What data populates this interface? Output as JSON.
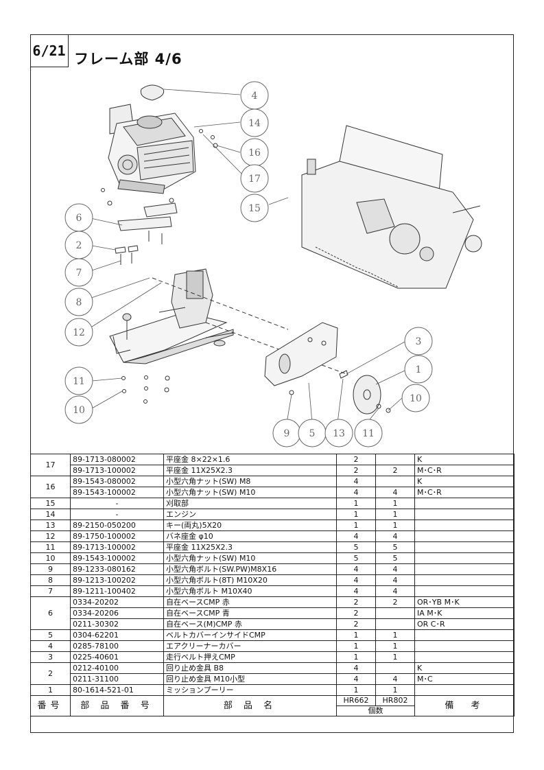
{
  "header": {
    "page": "6/21",
    "title": "フレーム部 4/6"
  },
  "diagram": {
    "callouts": [
      "4",
      "14",
      "16",
      "17",
      "15",
      "6",
      "2",
      "7",
      "8",
      "12",
      "3",
      "1",
      "11",
      "10",
      "10",
      "9",
      "5",
      "13",
      "11"
    ]
  },
  "table": {
    "header": {
      "no": "番号",
      "part_no": "部 品 番 号",
      "name": "部 品 名",
      "hr662": "HR662",
      "hr802": "HR802",
      "qty": "個数",
      "remarks": "備　考"
    },
    "rows": [
      {
        "no": "17",
        "part_no": "89-1713-080002",
        "name": "平座金 8×22×1.6",
        "hr662": "2",
        "hr802": "",
        "remarks": "K"
      },
      {
        "no": "",
        "part_no": "89-1713-100002",
        "name": "平座金 11X25X2.3",
        "hr662": "2",
        "hr802": "2",
        "remarks": "M･C･R"
      },
      {
        "no": "16",
        "part_no": "89-1543-080002",
        "name": "小型六角ナット(SW) M8",
        "hr662": "4",
        "hr802": "",
        "remarks": "K"
      },
      {
        "no": "",
        "part_no": "89-1543-100002",
        "name": "小型六角ナット(SW) M10",
        "hr662": "4",
        "hr802": "4",
        "remarks": "M･C･R"
      },
      {
        "no": "15",
        "part_no": "-",
        "name": "刈取部",
        "hr662": "1",
        "hr802": "1",
        "remarks": ""
      },
      {
        "no": "14",
        "part_no": "-",
        "name": "エンジン",
        "hr662": "1",
        "hr802": "1",
        "remarks": ""
      },
      {
        "no": "13",
        "part_no": "89-2150-050200",
        "name": "キー(両丸)5X20",
        "hr662": "1",
        "hr802": "1",
        "remarks": ""
      },
      {
        "no": "12",
        "part_no": "89-1750-100002",
        "name": "バネ座金 φ10",
        "hr662": "4",
        "hr802": "4",
        "remarks": ""
      },
      {
        "no": "11",
        "part_no": "89-1713-100002",
        "name": "平座金 11X25X2.3",
        "hr662": "5",
        "hr802": "5",
        "remarks": ""
      },
      {
        "no": "10",
        "part_no": "89-1543-100002",
        "name": "小型六角ナット(SW) M10",
        "hr662": "5",
        "hr802": "5",
        "remarks": ""
      },
      {
        "no": "9",
        "part_no": "89-1233-080162",
        "name": "小型六角ボルト(SW.PW)M8X16",
        "hr662": "4",
        "hr802": "4",
        "remarks": ""
      },
      {
        "no": "8",
        "part_no": "89-1213-100202",
        "name": "小型六角ボルト(8T) M10X20",
        "hr662": "4",
        "hr802": "4",
        "remarks": ""
      },
      {
        "no": "7",
        "part_no": "89-1211-100402",
        "name": "小型六角ボルト M10X40",
        "hr662": "4",
        "hr802": "4",
        "remarks": ""
      },
      {
        "no": "6",
        "part_no": "0334-20202",
        "name": "自在ベースCMP 赤",
        "hr662": "2",
        "hr802": "2",
        "remarks": "OR･YB M･K"
      },
      {
        "no": "",
        "part_no": "0334-20206",
        "name": "自在ベースCMP 青",
        "hr662": "2",
        "hr802": "",
        "remarks": "IA M･K"
      },
      {
        "no": "",
        "part_no": "0211-30302",
        "name": "自在ベース(M)CMP 赤",
        "hr662": "2",
        "hr802": "",
        "remarks": "OR C･R"
      },
      {
        "no": "5",
        "part_no": "0304-62201",
        "name": "ベルトカバーインサイドCMP",
        "hr662": "1",
        "hr802": "1",
        "remarks": ""
      },
      {
        "no": "4",
        "part_no": "0285-78100",
        "name": "エアクリーナーカバー",
        "hr662": "1",
        "hr802": "1",
        "remarks": ""
      },
      {
        "no": "3",
        "part_no": "0225-40601",
        "name": "走行ベルト押えCMP",
        "hr662": "1",
        "hr802": "1",
        "remarks": ""
      },
      {
        "no": "2",
        "part_no": "0212-40100",
        "name": "回り止め金具 B8",
        "hr662": "4",
        "hr802": "",
        "remarks": "K"
      },
      {
        "no": "",
        "part_no": "0211-31100",
        "name": "回り止め金具 M10小型",
        "hr662": "4",
        "hr802": "4",
        "remarks": "M･C"
      },
      {
        "no": "1",
        "part_no": "80-1614-521-01",
        "name": "ミッションプーリー",
        "hr662": "1",
        "hr802": "1",
        "remarks": ""
      }
    ]
  }
}
